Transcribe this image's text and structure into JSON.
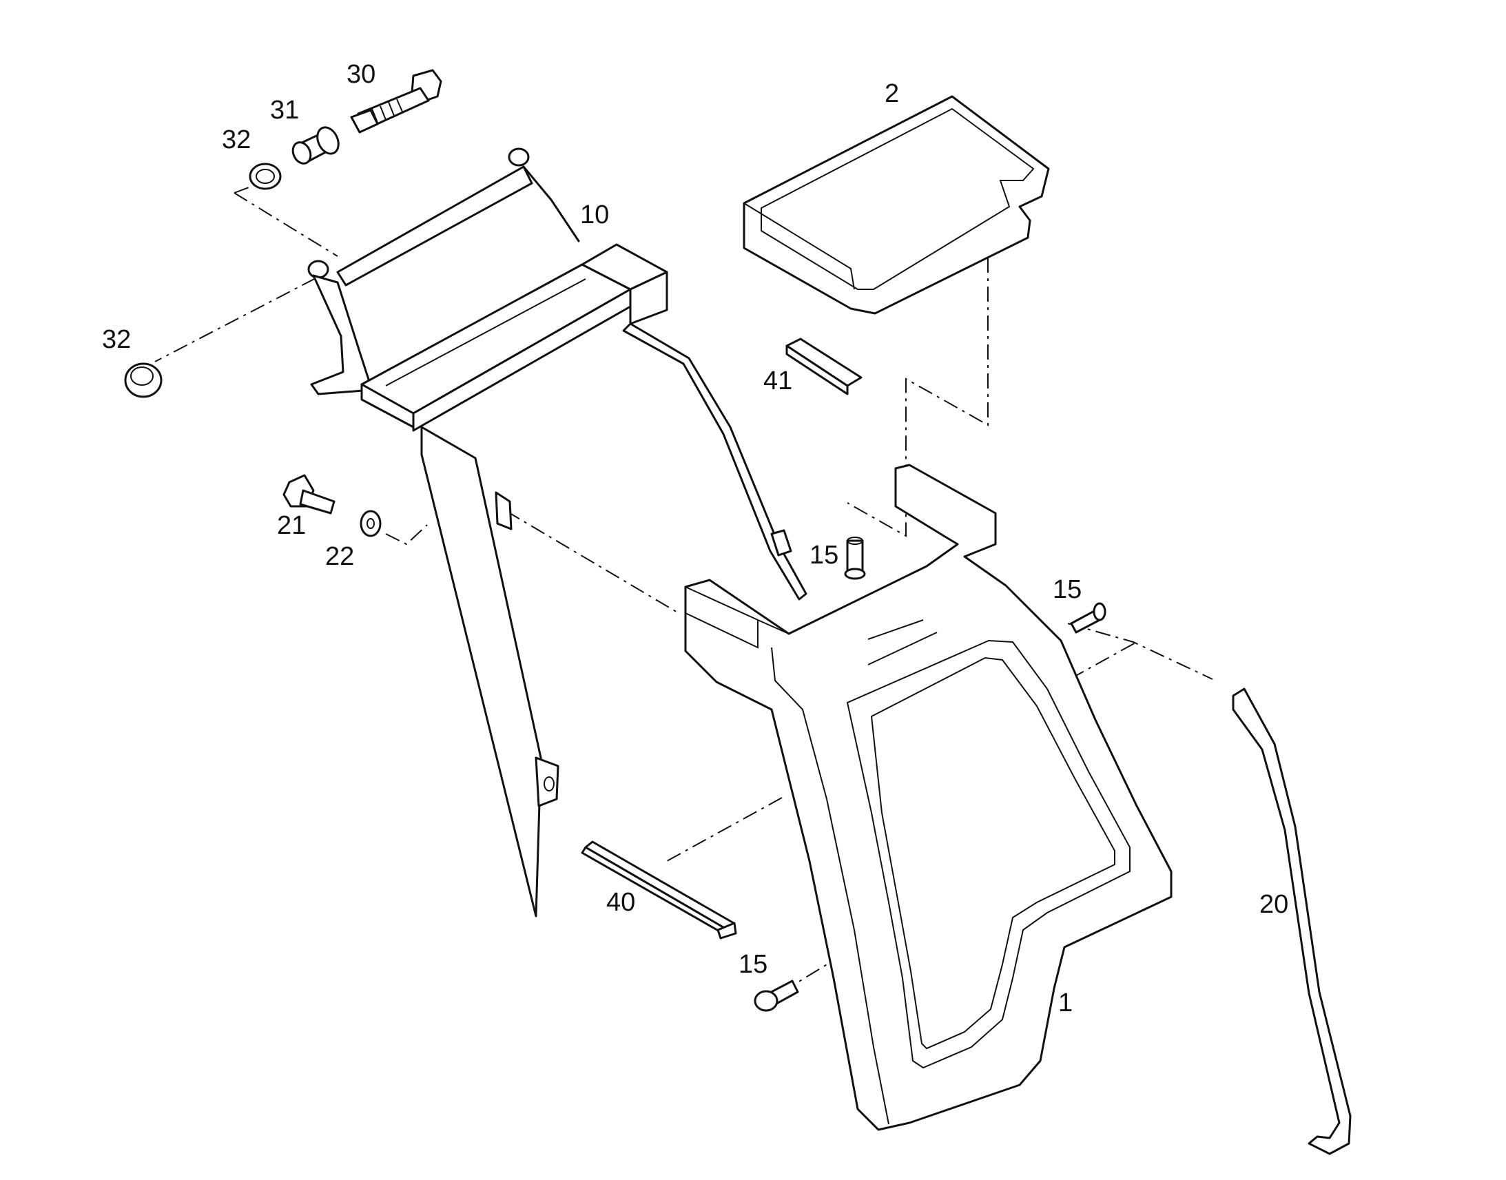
{
  "diagram": {
    "colors": {
      "line": "#111111",
      "background": "#ffffff"
    },
    "callouts": {
      "c30": "30",
      "c31": "31",
      "c32_top": "32",
      "c32_left": "32",
      "c2": "2",
      "c10": "10",
      "c41": "41",
      "c21": "21",
      "c22": "22",
      "c15_top": "15",
      "c15_right": "15",
      "c15_bottom": "15",
      "c40": "40",
      "c20": "20",
      "c1": "1"
    }
  }
}
